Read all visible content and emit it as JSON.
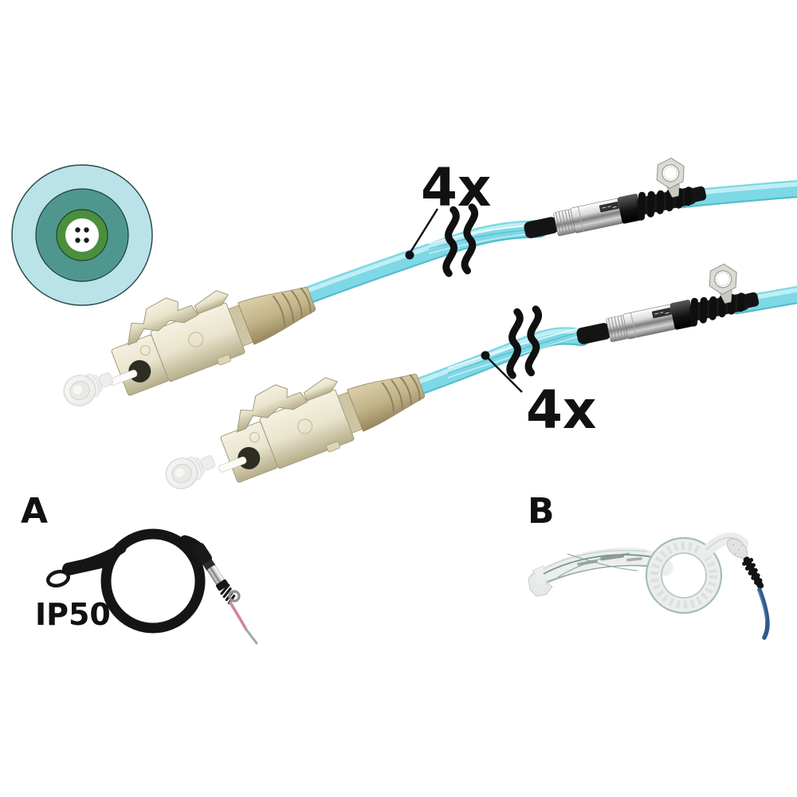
{
  "labels": {
    "quantity_top": "4x",
    "quantity_bottom": "4x",
    "variant_a": "A",
    "variant_b": "B",
    "protection_rating": "IP50"
  },
  "cross_section": {
    "fiber_dots": 4
  },
  "colors": {
    "background": "#ffffff",
    "label-text": "#111111",
    "cable-aqua": "#7ed8e5",
    "cable-aqua-light": "#c6f1f6",
    "cable-aqua-dark": "#54bccf",
    "connector-beige": "#e9e4cd",
    "boot-tan": "#c2b387",
    "metal-silver": "#d9d9d9",
    "black-part": "#161616",
    "cross-outer": "#b9e3e8",
    "cross-ring": "#4f978e",
    "cross-core": "#4a8f3e",
    "mesh-pale": "#ebedeb",
    "mesh-cord": "#6f9b8d",
    "wire-pink": "#d2849f",
    "cable-blue": "#31598a"
  }
}
